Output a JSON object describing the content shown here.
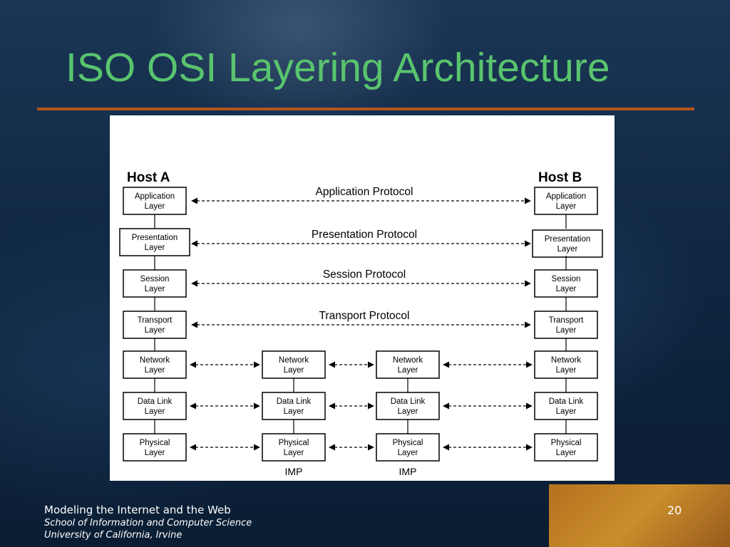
{
  "slide": {
    "title": "ISO OSI Layering Architecture",
    "page_number": "20"
  },
  "footer": {
    "line1": "Modeling the Internet and the Web",
    "line2": "School of Information and Computer Science",
    "line3": "University of California, Irvine"
  },
  "diagram": {
    "host_a_label": "Host A",
    "host_b_label": "Host B",
    "imp_label": "IMP",
    "layers": [
      {
        "line1": "Application",
        "line2": "Layer"
      },
      {
        "line1": "Presentation",
        "line2": "Layer"
      },
      {
        "line1": "Session",
        "line2": "Layer"
      },
      {
        "line1": "Transport",
        "line2": "Layer"
      },
      {
        "line1": "Network",
        "line2": "Layer"
      },
      {
        "line1": "Data Link",
        "line2": "Layer"
      },
      {
        "line1": "Physical",
        "line2": "Layer"
      }
    ],
    "imp_layers": [
      {
        "line1": "Network",
        "line2": "Layer"
      },
      {
        "line1": "Data Link",
        "line2": "Layer"
      },
      {
        "line1": "Physical",
        "line2": "Layer"
      }
    ],
    "protocols": [
      "Application Protocol",
      "Presentation Protocol",
      "Session Protocol",
      "Transport Protocol"
    ]
  },
  "colors": {
    "title": "#59c46e",
    "rule": "#b8531e",
    "background": "#0d2440"
  }
}
